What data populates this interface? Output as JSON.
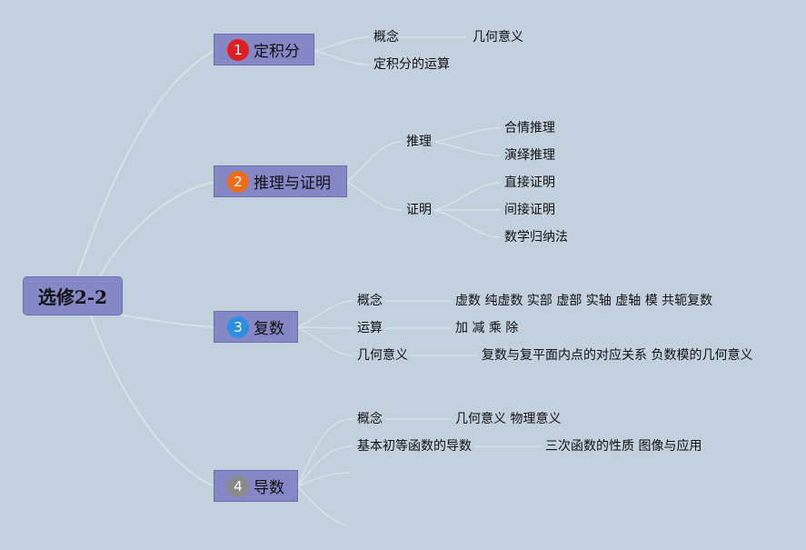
{
  "root": {
    "label": "选修2-2"
  },
  "branches": [
    {
      "number": "1",
      "number_color": "#e02020",
      "label": "定积分",
      "children": [
        {
          "label": "概念",
          "children": [
            {
              "label": "几何意义"
            }
          ]
        },
        {
          "label": "定积分的运算"
        }
      ]
    },
    {
      "number": "2",
      "number_color": "#ee6c1a",
      "label": "推理与证明",
      "children": [
        {
          "label": "推理",
          "children": [
            {
              "label": "合情推理"
            },
            {
              "label": "演绎推理"
            }
          ]
        },
        {
          "label": "证明",
          "children": [
            {
              "label": "直接证明"
            },
            {
              "label": "间接证明"
            },
            {
              "label": "数学归纳法"
            }
          ]
        }
      ]
    },
    {
      "number": "3",
      "number_color": "#2a8fe0",
      "label": "复数",
      "children": [
        {
          "label": "概念",
          "children": [
            {
              "label": "虚数 纯虚数 实部 虚部 实轴 虚轴 模 共轭复数"
            }
          ]
        },
        {
          "label": "运算",
          "children": [
            {
              "label": "加 减 乘 除"
            }
          ]
        },
        {
          "label": "几何意义",
          "children": [
            {
              "label": "复数与复平面内点的对应关系 负数模的几何意义"
            }
          ]
        }
      ]
    },
    {
      "number": "4",
      "number_color": "#8a8a8a",
      "label": "导数",
      "children": [
        {
          "label": "概念",
          "children": [
            {
              "label": "几何意义 物理意义"
            }
          ]
        },
        {
          "label": "基本初等函数的导数",
          "children": [
            {
              "label": "三次函数的性质 图像与应用"
            }
          ]
        }
      ]
    }
  ]
}
